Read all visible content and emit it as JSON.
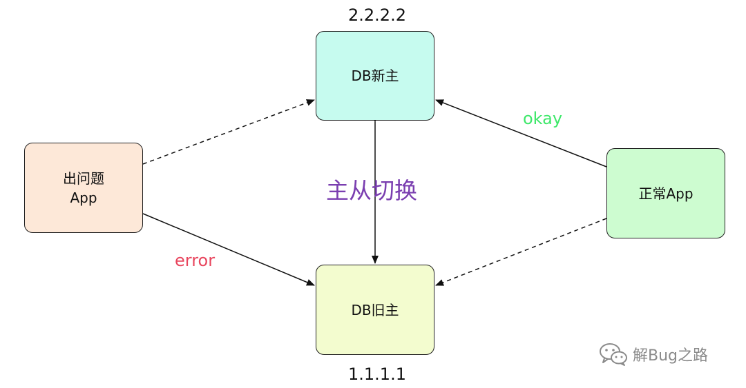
{
  "nodes": {
    "db_new": {
      "label": "DB新主",
      "ip": "2.2.2.2"
    },
    "db_old": {
      "label": "DB旧主",
      "ip": "1.1.1.1"
    },
    "problem_app": {
      "label": "出问题\nApp"
    },
    "normal_app": {
      "label": "正常App"
    }
  },
  "edge_labels": {
    "switchover": "主从切换",
    "okay": "okay",
    "error": "error"
  },
  "watermark": {
    "text": "解Bug之路"
  },
  "colors": {
    "db_new_fill": "#c6fbef",
    "db_old_fill": "#f3fccf",
    "problem_app_fill": "#fde8d8",
    "normal_app_fill": "#cdfcd0",
    "switchover_text": "#7a3eb0",
    "okay_text": "#3ee86a",
    "error_text": "#e8455d"
  }
}
